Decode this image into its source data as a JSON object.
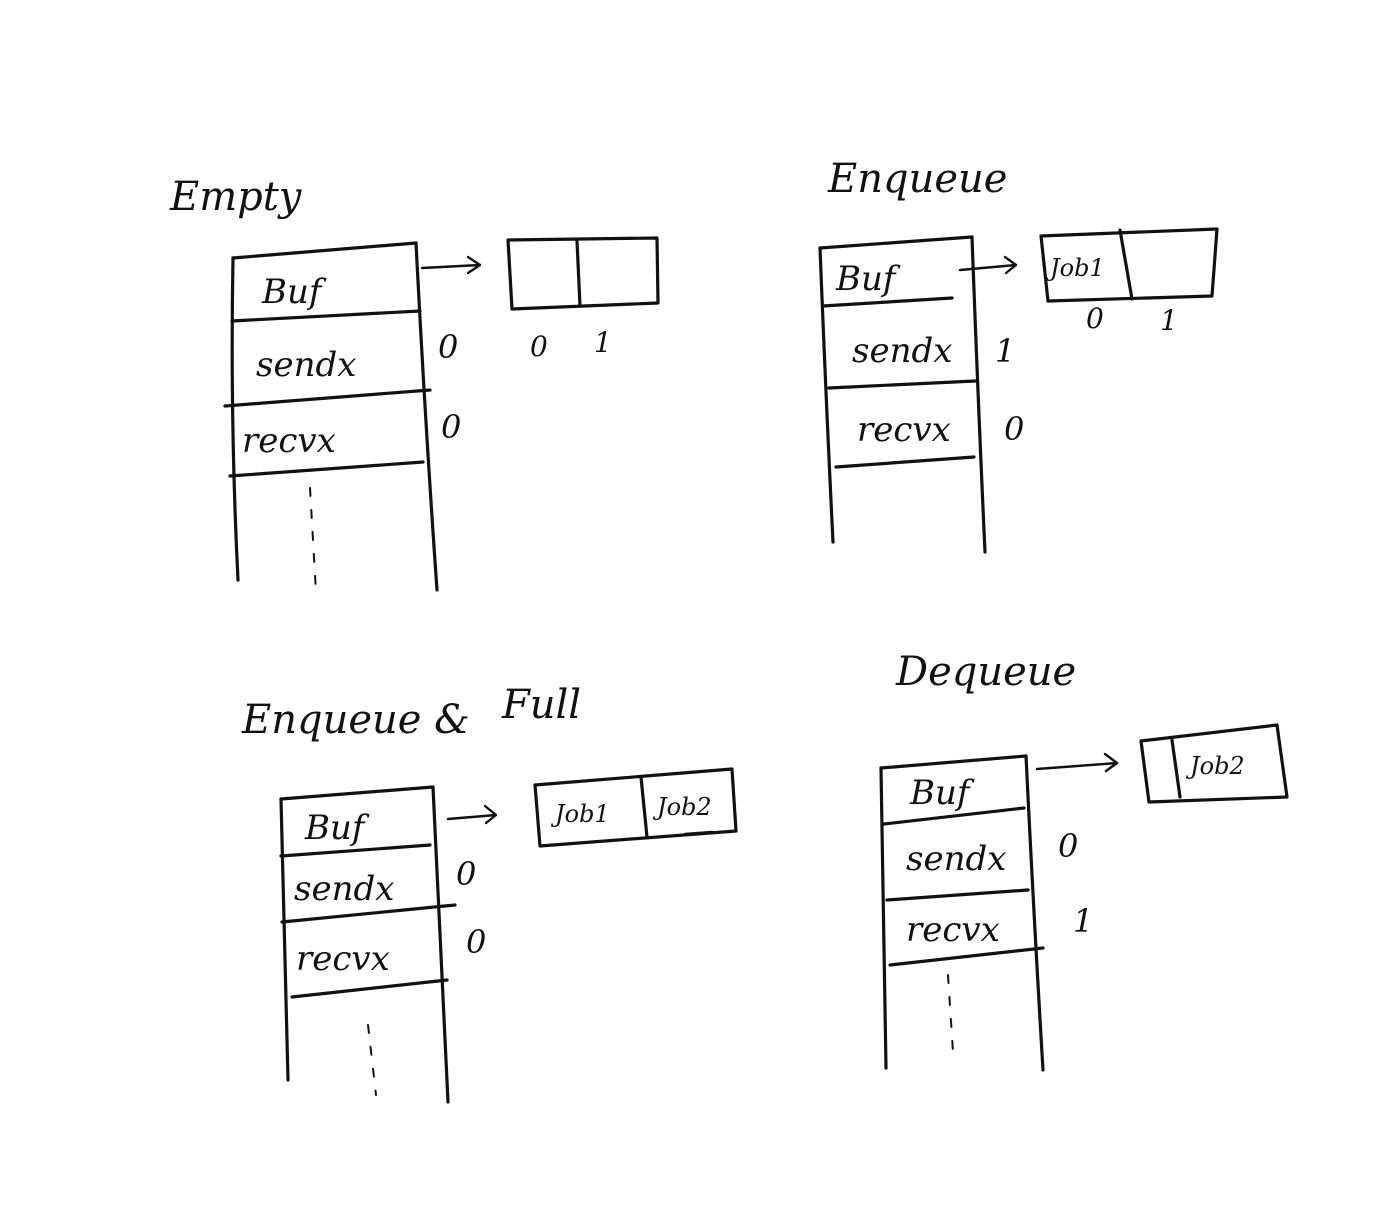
{
  "panels": {
    "empty": {
      "title": "Empty",
      "fields": {
        "buf": "Buf",
        "sendx": "sendx",
        "recvx": "recvx"
      },
      "values": {
        "sendx": "0",
        "recvx": "0"
      },
      "buffer": {
        "slots": [
          "",
          ""
        ],
        "indices": [
          "0",
          "1"
        ]
      }
    },
    "enqueue": {
      "title": "Enqueue",
      "fields": {
        "buf": "Buf",
        "sendx": "sendx",
        "recvx": "recvx"
      },
      "values": {
        "sendx": "1",
        "recvx": "0"
      },
      "buffer": {
        "slots": [
          "Job1",
          ""
        ],
        "indices": [
          "0",
          "1"
        ]
      }
    },
    "enqueue_full": {
      "title": "Enqueue &",
      "title_suffix": "Full",
      "fields": {
        "buf": "Buf",
        "sendx": "sendx",
        "recvx": "recvx"
      },
      "values": {
        "sendx": "0",
        "recvx": "0"
      },
      "buffer": {
        "slots": [
          "Job1",
          "Job2"
        ]
      }
    },
    "dequeue": {
      "title": "Dequeue",
      "fields": {
        "buf": "Buf",
        "sendx": "sendx",
        "recvx": "recvx"
      },
      "values": {
        "sendx": "0",
        "recvx": "1"
      },
      "buffer": {
        "slots": [
          "",
          "Job2"
        ]
      }
    }
  }
}
